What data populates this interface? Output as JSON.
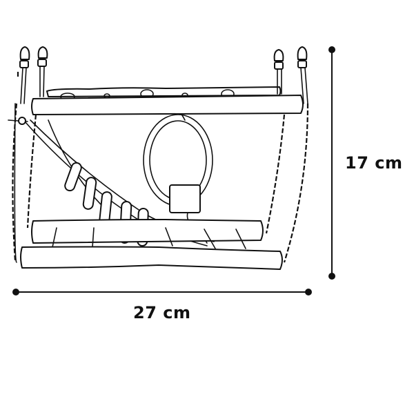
{
  "figure": {
    "subject": "hanging wooden suspension bridge toy with chains, clips, ring and cube",
    "style": "black line drawing on white background"
  },
  "dimensions": {
    "height": {
      "label": "17 cm",
      "orientation": "vertical"
    },
    "width": {
      "label": "27 cm",
      "orientation": "horizontal"
    }
  },
  "colors": {
    "line": "#111111",
    "background": "#ffffff"
  }
}
